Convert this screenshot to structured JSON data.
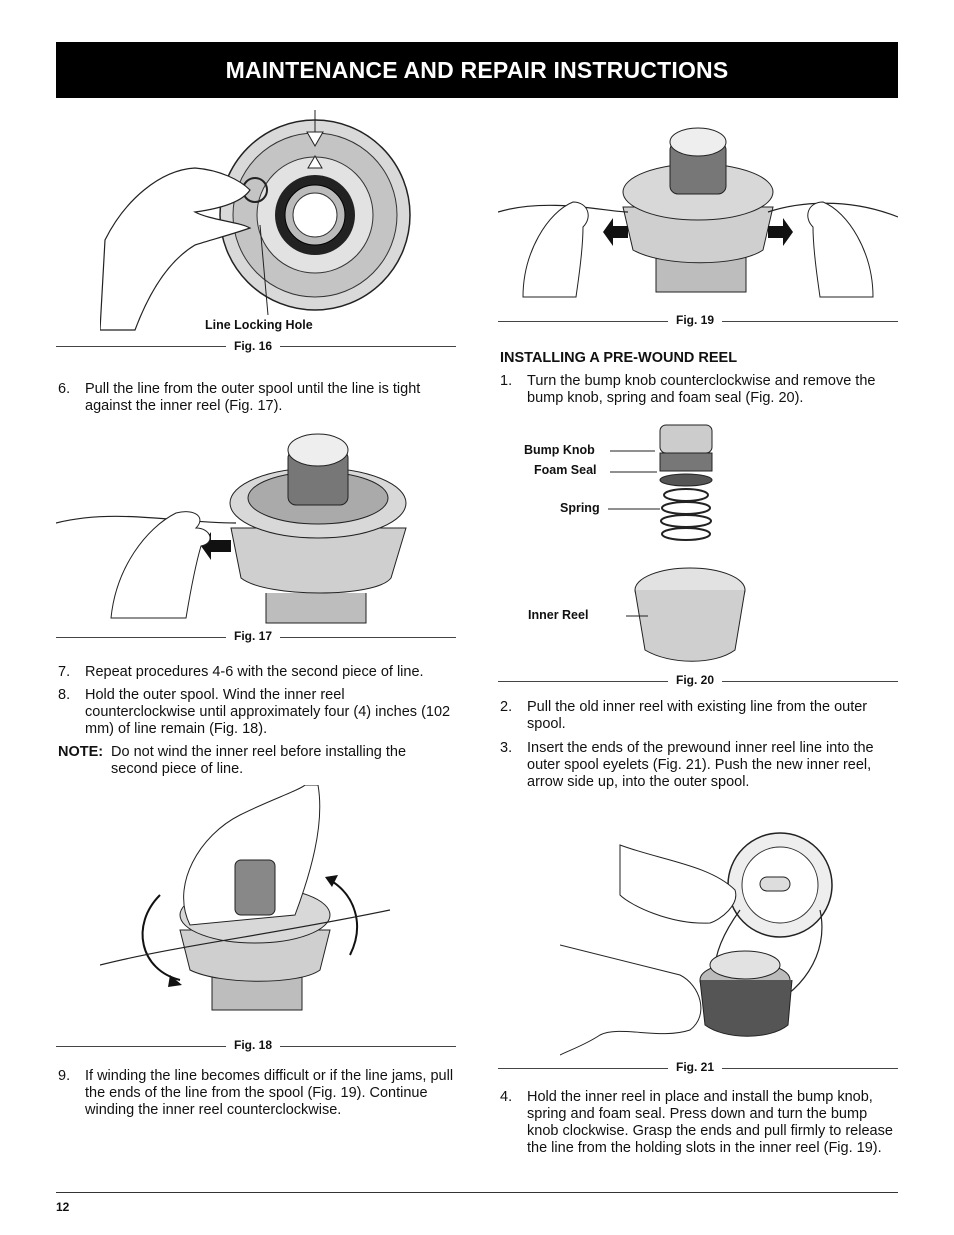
{
  "header": {
    "title": "MAINTENANCE AND REPAIR INSTRUCTIONS"
  },
  "figures": {
    "fig16": {
      "label": "Fig. 16",
      "callout": "Line Locking Hole"
    },
    "fig17": {
      "label": "Fig. 17"
    },
    "fig18": {
      "label": "Fig. 18"
    },
    "fig19": {
      "label": "Fig. 19"
    },
    "fig20": {
      "label": "Fig. 20",
      "callouts": {
        "bump_knob": "Bump Knob",
        "foam_seal": "Foam Seal",
        "spring": "Spring",
        "inner_reel": "Inner Reel"
      }
    },
    "fig21": {
      "label": "Fig. 21"
    }
  },
  "left": {
    "step6": {
      "num": "6.",
      "text": "Pull the line from the outer spool until the line is tight against the inner reel (Fig. 17)."
    },
    "step7": {
      "num": "7.",
      "text": "Repeat procedures 4-6 with the second piece of line."
    },
    "step8": {
      "num": "8.",
      "text": "Hold the outer spool. Wind the inner reel counterclockwise until approximately four (4) inches (102 mm) of line remain (Fig. 18)."
    },
    "note": {
      "label": "NOTE:",
      "text": "Do not wind the inner reel before installing the second piece of line."
    },
    "step9": {
      "num": "9.",
      "text": "If winding the line becomes difficult or if the line jams, pull the ends of the line from the spool (Fig. 19). Continue winding the inner reel counterclockwise."
    }
  },
  "right": {
    "section_title": "INSTALLING A PRE-WOUND REEL",
    "step1": {
      "num": "1.",
      "text": "Turn the bump knob counterclockwise and remove the bump knob, spring and foam seal (Fig. 20)."
    },
    "step2": {
      "num": "2.",
      "text": "Pull the old inner reel with existing line from the outer spool."
    },
    "step3": {
      "num": "3.",
      "text": "Insert the ends of the prewound inner reel line into the outer spool eyelets (Fig. 21). Push the new inner reel, arrow side up, into the outer spool."
    },
    "step4": {
      "num": "4.",
      "text": "Hold the inner reel in place and install the bump knob, spring and foam seal. Press down and turn the bump knob clockwise. Grasp the ends and pull firmly to release the line from the holding slots in the inner reel (Fig. 19)."
    }
  },
  "footer": {
    "page_number": "12"
  }
}
